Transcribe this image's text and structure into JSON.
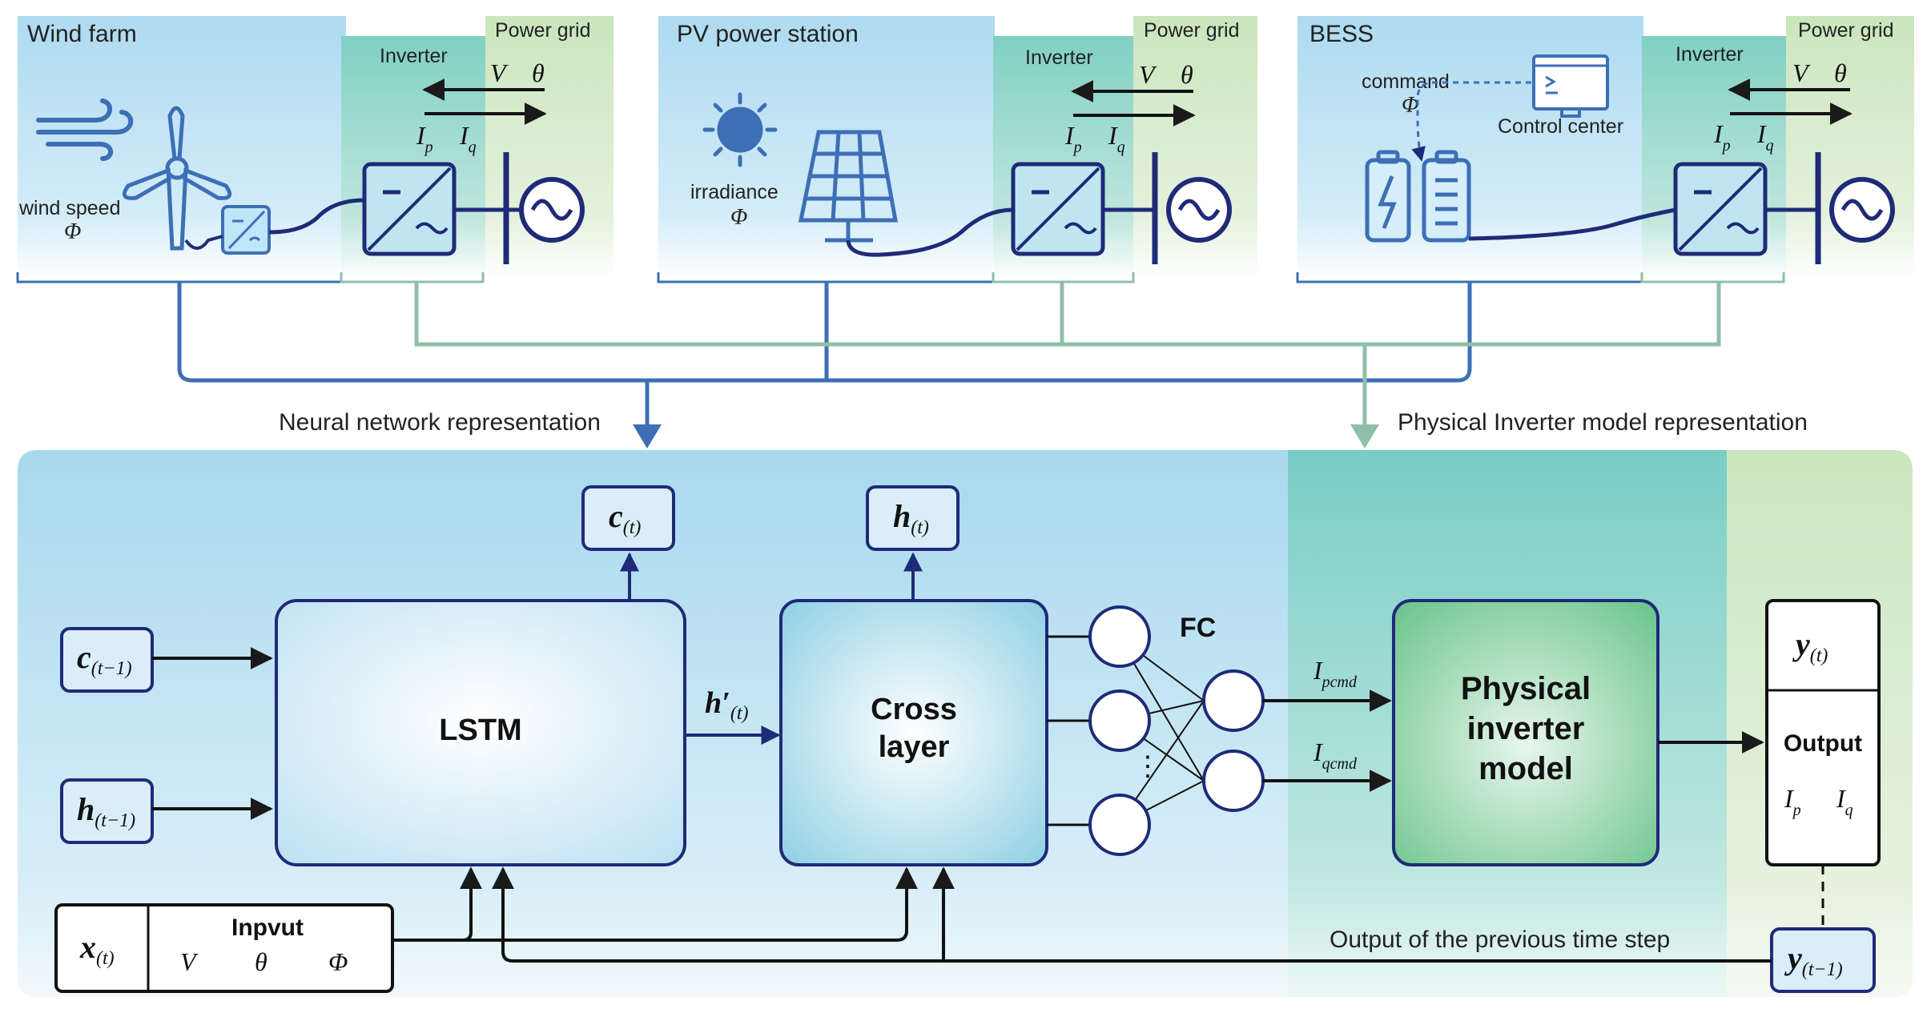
{
  "colors": {
    "sky_blue": "#b3dcf0",
    "inverter_teal": "#86d2c6",
    "grid_green": "#cfe6c2",
    "navy": "#1f2a78",
    "line_blue": "#3d6fb6",
    "line_green": "#8fbfa8",
    "panel_blue": "#a9d9ef",
    "block_light": "#e9f5fb",
    "cross_block": "#9fd8e8",
    "physical_block": "#7fcf9c"
  },
  "top": {
    "wind": {
      "title": "Wind farm",
      "inverter": "Inverter",
      "grid": "Power grid",
      "input_label": "wind speed",
      "input_sym": "Φ",
      "v": "V",
      "theta": "θ",
      "ip": "I",
      "ip_sub": "p",
      "iq": "I",
      "iq_sub": "q"
    },
    "pv": {
      "title": "PV power station",
      "inverter": "Inverter",
      "grid": "Power grid",
      "input_label": "irradiance",
      "input_sym": "Φ",
      "v": "V",
      "theta": "θ",
      "ip": "I",
      "ip_sub": "p",
      "iq": "I",
      "iq_sub": "q"
    },
    "bess": {
      "title": "BESS",
      "inverter": "Inverter",
      "grid": "Power grid",
      "command": "command",
      "command_sym": "Φ",
      "control_center": "Control center",
      "v": "V",
      "theta": "θ",
      "ip": "I",
      "ip_sub": "p",
      "iq": "I",
      "iq_sub": "q"
    }
  },
  "connectors": {
    "nn_label": "Neural network representation",
    "phys_label": "Physical Inverter model representation"
  },
  "bottom": {
    "lstm": "LSTM",
    "cross_line1": "Cross",
    "cross_line2": "layer",
    "fc": "FC",
    "physical_line1": "Physical",
    "physical_line2": "inverter",
    "physical_line3": "model",
    "c_t": "c",
    "c_t_sub": "(t)",
    "h_t": "h",
    "h_t_sub": "(t)",
    "c_prev": "c",
    "c_prev_sub": "(t−1)",
    "h_prev": "h",
    "h_prev_sub": "(t−1)",
    "h_prime": "h′",
    "h_prime_sub": "(t)",
    "x_t": "x",
    "x_t_sub": "(t)",
    "input_title": "Inpvut",
    "input_v": "V",
    "input_theta": "θ",
    "input_phi": "Φ",
    "ipcmd": "I",
    "ipcmd_sub": "pcmd",
    "iqcmd": "I",
    "iqcmd_sub": "qcmd",
    "y_t": "y",
    "y_t_sub": "(t)",
    "output_label": "Output",
    "out_ip": "I",
    "out_ip_sub": "p",
    "out_iq": "I",
    "out_iq_sub": "q",
    "y_prev": "y",
    "y_prev_sub": "(t−1)",
    "prev_step_label": "Output of the previous time step",
    "dots": "⋮"
  }
}
